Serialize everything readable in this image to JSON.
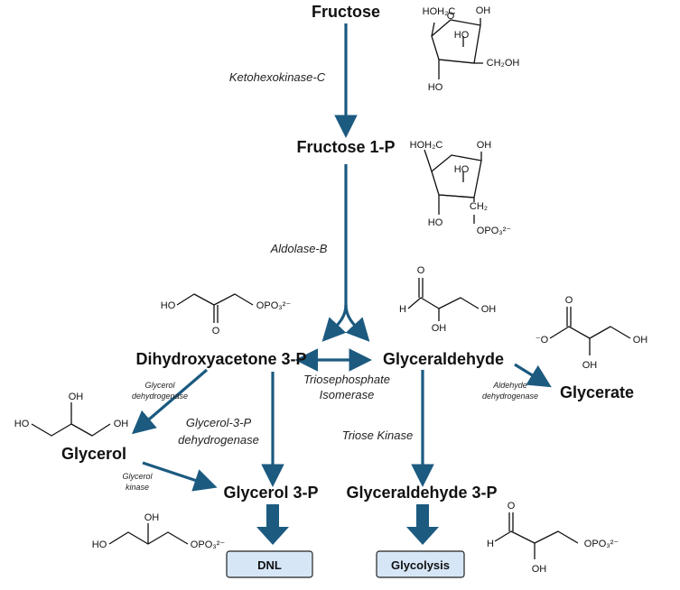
{
  "metabolites": {
    "fructose": "Fructose",
    "fructose_1p": "Fructose 1-P",
    "dhap": "Dihydroxyacetone 3-P",
    "glyceraldehyde": "Glyceraldehyde",
    "glycerate": "Glycerate",
    "glycerol": "Glycerol",
    "glycerol_3p": "Glycerol 3-P",
    "glyceraldehyde_3p": "Glyceraldehyde 3-P"
  },
  "enzymes": {
    "ketohexokinase": "Ketohexokinase-C",
    "aldolase": "Aldolase-B",
    "tpi_line1": "Triosephosphate",
    "tpi_line2": "Isomerase",
    "glycerol_dh_line1": "Glycerol",
    "glycerol_dh_line2": "dehydrogenase",
    "g3p_dh_line1": "Glycerol-3-P",
    "g3p_dh_line2": "dehydrogenase",
    "aldehyde_dh_line1": "Aldehyde",
    "aldehyde_dh_line2": "dehydrogenase",
    "triose_kinase": "Triose Kinase",
    "glycerol_kinase_line1": "Glycerol",
    "glycerol_kinase_line2": "kinase"
  },
  "outcomes": {
    "dnl": "DNL",
    "glycolysis": "Glycolysis"
  },
  "structure_labels": {
    "hoh2c": "HOH₂C",
    "oh": "OH",
    "ho": "HO",
    "ch2oh": "CH₂OH",
    "ch2": "CH₂",
    "opo3": "OPO₃²⁻",
    "o": "O",
    "h": "H",
    "o_minus": "⁻O"
  },
  "colors": {
    "arrow": "#1c5a80",
    "box_fill": "#d6e6f7"
  }
}
